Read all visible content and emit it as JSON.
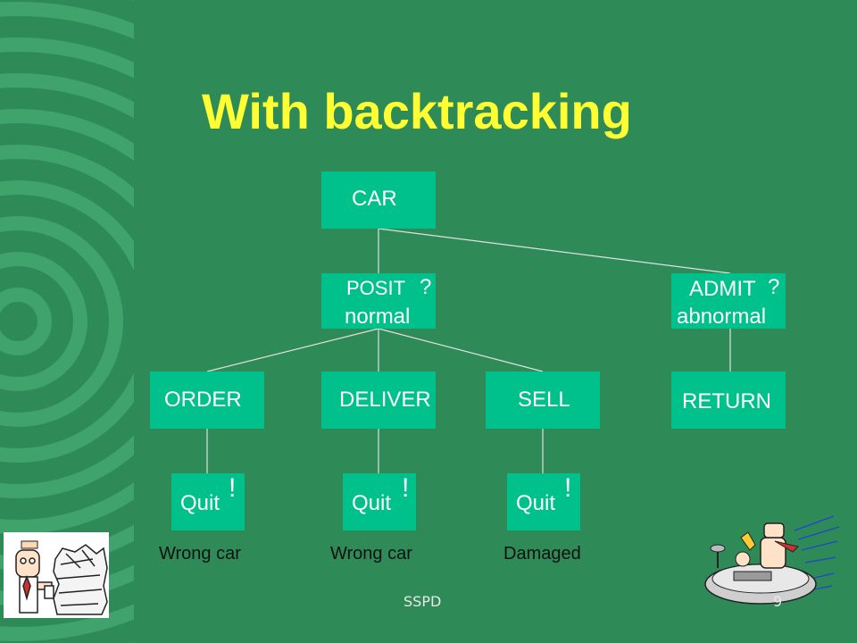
{
  "slide": {
    "title": "With backtracking",
    "footer_center": "SSPD",
    "page_number": "9"
  },
  "tree": {
    "root": {
      "label": "CAR"
    },
    "posit": {
      "label": "POSIT",
      "mark": "?",
      "sub": "normal"
    },
    "admit": {
      "label": "ADMIT",
      "mark": "?",
      "sub": "abnormal"
    },
    "order": {
      "label": "ORDER"
    },
    "deliver": {
      "label": "DELIVER"
    },
    "sell": {
      "label": "SELL"
    },
    "return": {
      "label": "RETURN"
    },
    "quit1": {
      "label": "Quit",
      "mark": "!",
      "caption": "Wrong car"
    },
    "quit2": {
      "label": "Quit",
      "mark": "!",
      "caption": "Wrong car"
    },
    "quit3": {
      "label": "Quit",
      "mark": "!",
      "caption": "Damaged"
    }
  },
  "colors": {
    "background": "#2E8B57",
    "node_fill": "#00C08B",
    "title": "#FFFF33",
    "connector": "#E0E0E0"
  },
  "icons": [
    "dilbert-paperwork-icon",
    "dilbert-racing-icon"
  ]
}
